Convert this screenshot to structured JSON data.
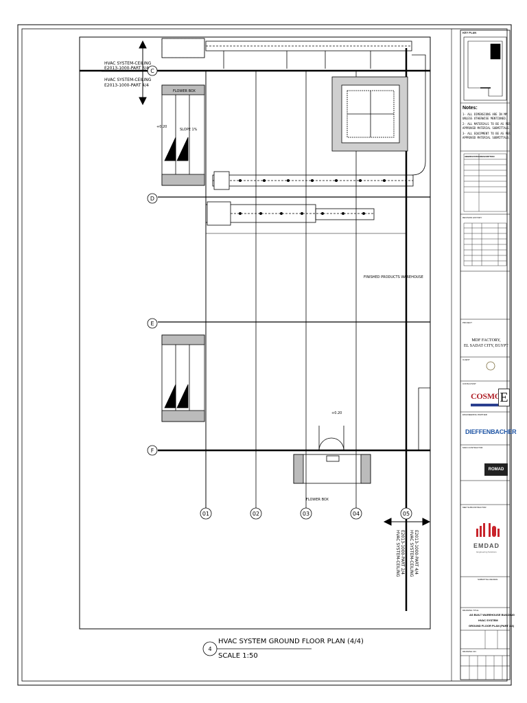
{
  "drawing": {
    "title_line": "HVAC SYSTEM GROUND FLOOR PLAN (4/4)",
    "scale": "SCALE 1:50",
    "view_number": "4"
  },
  "grid": {
    "rows": [
      "C",
      "D",
      "E",
      "F"
    ],
    "columns": [
      "01",
      "02",
      "03",
      "04",
      "05"
    ]
  },
  "match_lines": {
    "top_1": "HVAC SYSTEM-CEILING",
    "top_1b": "E2013-1000-PART 3/4",
    "top_2": "HVAC SYSTEM-CEILING",
    "top_2b": "E2013-1000-PART 4/4",
    "right_1": "HVAC SYSTEM-CEILING",
    "right_1b": "E2013-1000-PART 2/4",
    "right_2": "HVAC SYSTEM-CEILING",
    "right_2b": "E2013-1000-PART 4/4"
  },
  "annotations": {
    "flower_box_1": "FLOWER BOX",
    "flower_box_2": "FLOWER BOX",
    "slope": "SLOPE 1%",
    "area_label": "FINISHED PRODUCTS WAREHOUSE",
    "level_1": "+0.20",
    "level_2": "+0.20"
  },
  "title_block": {
    "key_plan": "KEY PLAN",
    "notes_heading": "Notes:",
    "notes": [
      "1- ALL DIMENSIONS ARE IN MM",
      "UNLESS OTHERWISE MENTIONED.",
      "2- ALL MATERIALS TO BE AS PER",
      "APPROVED MATERIAL SUBMITTALS.",
      "3- ALL EQUIPMENT TO BE AS PER",
      "APPROVED MATERIAL SUBMITTALS."
    ],
    "abbreviation_heading": "ABBREVIATION",
    "description_heading": "DESCRIPTION",
    "revisions_label": "REVISION HISTORY",
    "project_label": "PROJECT",
    "project_name": "MDF FACTORY,",
    "project_location": "EL SADAT CITY, EGYPT",
    "client_label": "CLIENT",
    "consultant_label": "CONSULTANT",
    "engineering_label": "ENGINEERING PARTNER",
    "contractor_label": "MAIN CONTRACTOR",
    "mep_label": "MEP SUBCONTRACTOR",
    "submittal_label": "SUBMITTAL REVIEW",
    "drawing_title_label": "DRAWING TITLE",
    "drawing_title_1": "AS BUILT WAREHOUSE BUILDING",
    "drawing_title_2": "HVAC SYSTEM",
    "drawing_title_3": "GROUND FLOOR PLAN (PART 4/4)",
    "drawing_no_label": "DRAWING NO.",
    "logos": {
      "cosmos": "COSMOS",
      "cosmos_e": "E",
      "dieffenbacher": "DIEFFENBACHER",
      "romad": "ROMAD",
      "emdad": "EMDAD",
      "emdad_sub": "Engineering Solutions"
    }
  },
  "colors": {
    "line": "#000000",
    "cosmos_red": "#b0232a",
    "cosmos_blue": "#2a3f8f",
    "dieffenbacher_blue": "#1f55a5",
    "emdad_red": "#c8242b"
  }
}
